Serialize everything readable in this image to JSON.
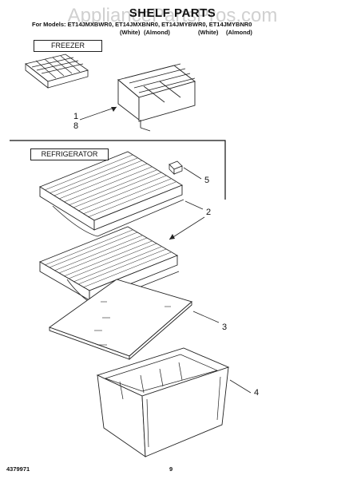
{
  "header": {
    "title": "SHELF PARTS",
    "watermark": "AppliancePartsPros.com",
    "models": "For Models: ET14JMXBWR0, ET14JMXBNR0, ET14JMYBWR0, ET14JMYBNR0",
    "colors": [
      "(White)",
      "(Almond)",
      "(White)",
      "(Almond)"
    ]
  },
  "sections": {
    "freezer": "FREEZER",
    "refrigerator": "REFRIGERATOR"
  },
  "callouts": [
    "1",
    "8",
    "5",
    "2",
    "3",
    "4"
  ],
  "footer": {
    "doc_number": "4379971",
    "page_number": "9"
  }
}
